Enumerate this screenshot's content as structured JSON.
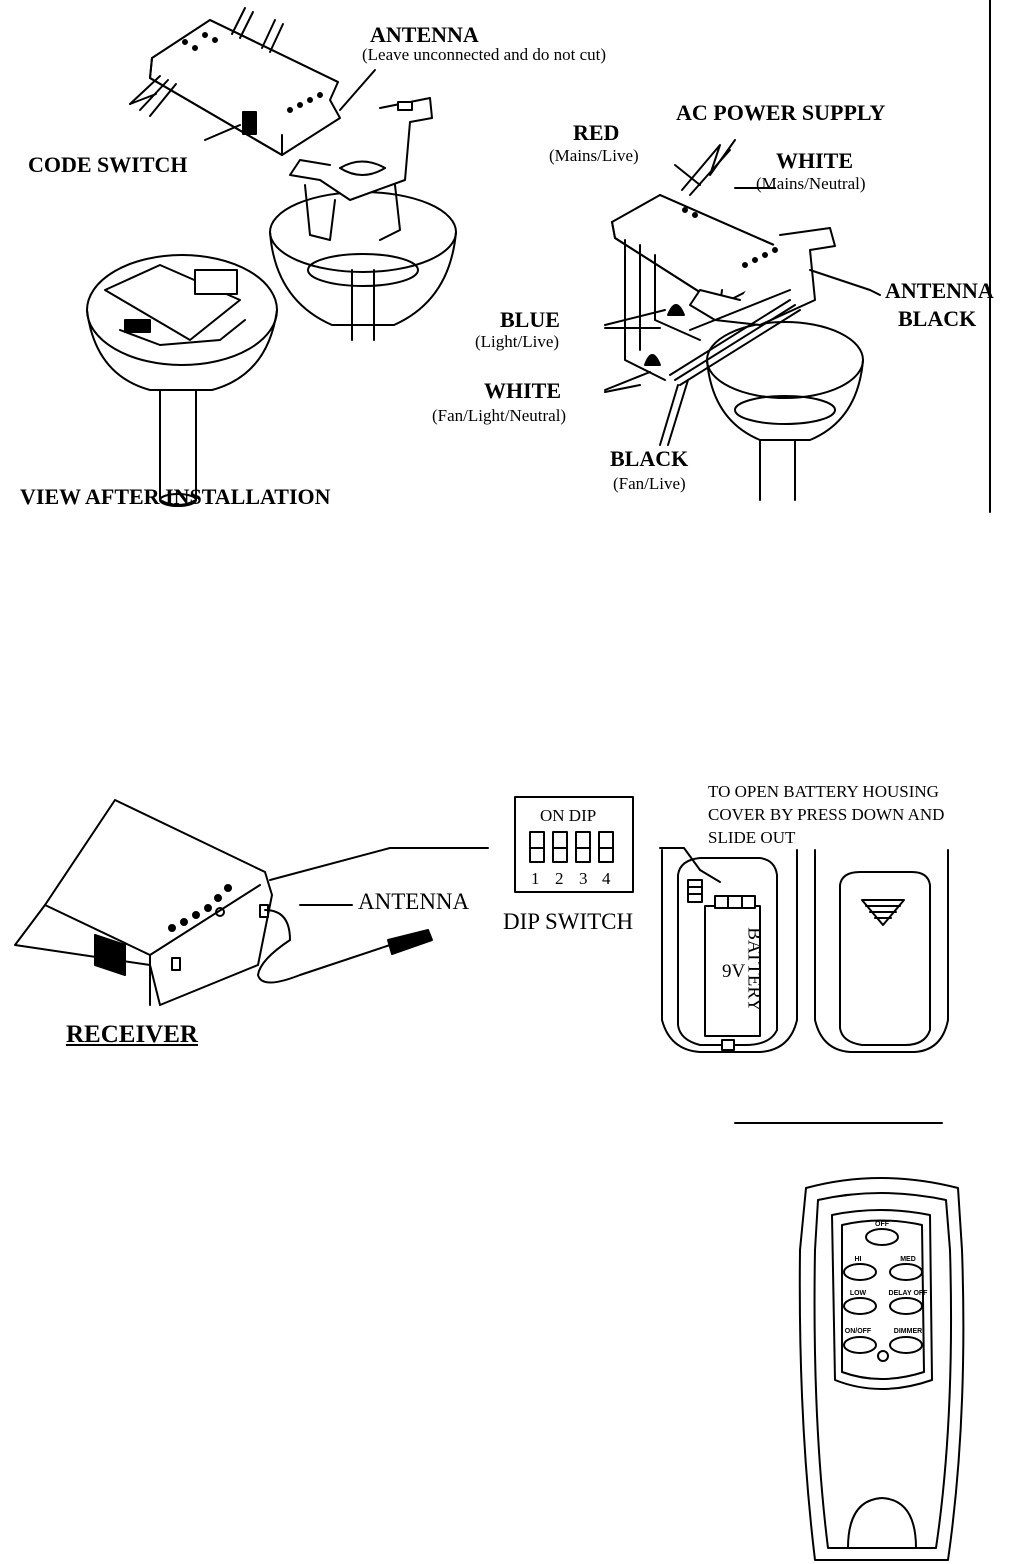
{
  "top_diagram": {
    "antenna_title": "ANTENNA",
    "antenna_note": "(Leave unconnected and do not cut)",
    "code_switch": "CODE SWITCH",
    "view_after": "VIEW AFTER INSTALLATION",
    "ac_power": "AC POWER SUPPLY",
    "red": "RED",
    "red_note": "(Mains/Live)",
    "white_mains": "WHITE",
    "white_mains_note": "(Mains/Neutral)",
    "antenna_right": "ANTENNA",
    "black_right": "BLACK",
    "blue": "BLUE",
    "blue_note": "(Light/Live)",
    "white_fan": "WHITE",
    "white_fan_note": "(Fan/Light/Neutral)",
    "black_fan": "BLACK",
    "black_fan_note": "(Fan/Live)"
  },
  "bottom_diagram": {
    "antenna": "ANTENNA",
    "receiver": "RECEIVER",
    "dip_on": "ON DIP",
    "dip_numbers": [
      "1",
      "2",
      "3",
      "4"
    ],
    "dip_switch": "DIP SWITCH",
    "battery_instruction": [
      "TO OPEN BATTERY HOUSING",
      "COVER BY PRESS DOWN AND",
      "SLIDE OUT"
    ],
    "battery_label": "BATTERY",
    "battery_voltage": "9V"
  },
  "remote": {
    "buttons": [
      "OFF",
      "HI",
      "MED",
      "LOW",
      "DELAY OFF",
      "ON/OFF",
      "DIMMER"
    ]
  }
}
